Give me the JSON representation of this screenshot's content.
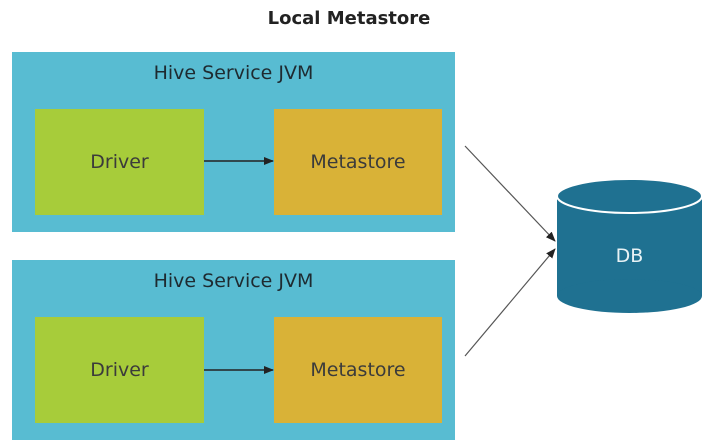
{
  "title": "Local Metastore",
  "jvms": [
    {
      "label": "Hive Service JVM",
      "driver_label": "Driver",
      "metastore_label": "Metastore"
    },
    {
      "label": "Hive Service JVM",
      "driver_label": "Driver",
      "metastore_label": "Metastore"
    }
  ],
  "db": {
    "label": "DB"
  },
  "colors": {
    "jvm": "#58bcd2",
    "driver": "#a7cc3a",
    "metastore": "#d9b237",
    "db": "#1f7191",
    "arrow": "#222222"
  }
}
